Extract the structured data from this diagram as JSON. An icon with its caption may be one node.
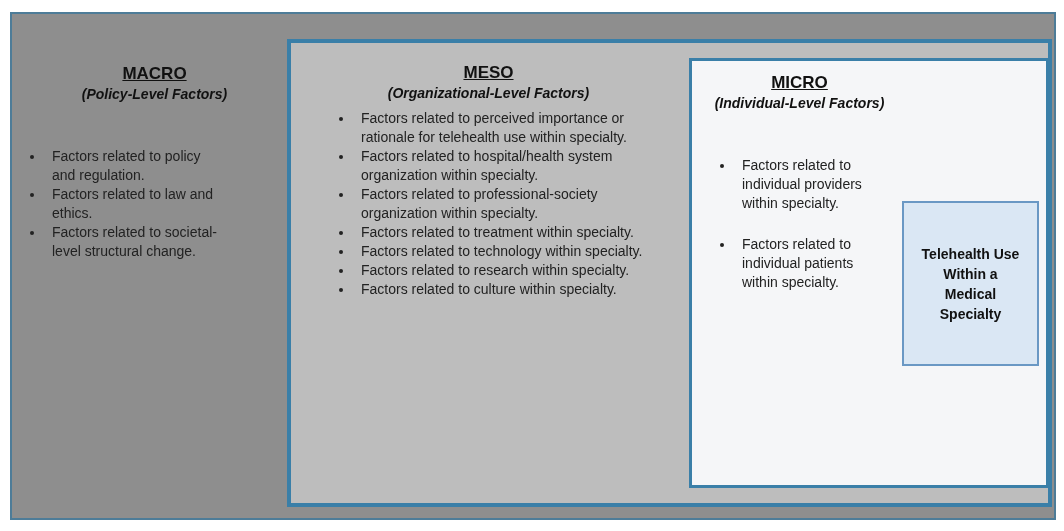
{
  "diagram": {
    "nodes": [
      {
        "text": [
          "MACRO",
          "(Policy-Level Factors)",
          "Factors related to policy and regulation.",
          "Factors related to law and ethics.",
          "Factors related to societal-level structural change."
        ]
      },
      {
        "text": [
          "MESO",
          "(Organizational-Level Factors)",
          "Factors related to perceived importance or rationale for telehealth use within specialty.",
          "Factors related to hospital/health system organization within specialty.",
          "Factors related to professional-society organization within specialty.",
          "Factors related to treatment within specialty.",
          "Factors related to technology within specialty.",
          "Factors related to research within specialty.",
          "Factors related to culture within specialty."
        ],
        "in": 0
      },
      {
        "text": [
          "MICRO",
          "(Individual-Level Factors)",
          "Factors related to individual providers within specialty.",
          "Factors related to individual patients within specialty."
        ],
        "in": 1
      },
      {
        "text": [
          "Telehealth Use Within a Medical Specialty"
        ],
        "in": 2
      }
    ]
  }
}
